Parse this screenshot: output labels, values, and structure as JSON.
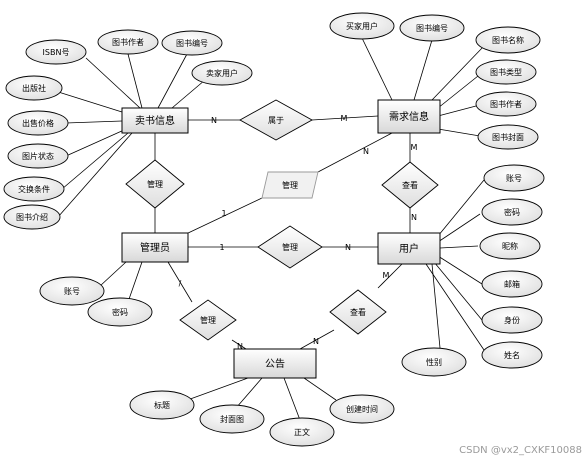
{
  "entities": {
    "seller_info": "卖书信息",
    "demand_info": "需求信息",
    "admin": "管理员",
    "user": "用户",
    "notice": "公告"
  },
  "relations": {
    "belongs_to": "属于",
    "manage_seller": "管理",
    "manage_demand": "管理",
    "manage_user": "管理",
    "view_demand": "查看",
    "manage_notice": "管理",
    "view_notice": "查看"
  },
  "attributes": {
    "seller_info": [
      "ISBN号",
      "图书作者",
      "图书编号",
      "卖家用户",
      "出版社",
      "出售价格",
      "图片状态",
      "交换条件",
      "图书介绍"
    ],
    "demand_info": [
      "买家用户",
      "图书编号",
      "图书名称",
      "图书类型",
      "图书作者",
      "图书封面"
    ],
    "admin": [
      "账号",
      "密码"
    ],
    "user": [
      "账号",
      "密码",
      "昵称",
      "邮箱",
      "身份",
      "姓名",
      "性别"
    ],
    "notice": [
      "标题",
      "封面图",
      "正文",
      "创建时间"
    ]
  },
  "cardinalities": {
    "seller_belongs": "N",
    "demand_belongs": "M",
    "admin_demand_admin": "1",
    "admin_demand_demand": "N",
    "demand_view": "M",
    "user_view": "N",
    "admin_user_admin": "1",
    "admin_user_user": "N",
    "admin_notice_admin": "/",
    "admin_notice_notice": "N",
    "user_notice_user": "M",
    "user_notice_notice": "N"
  },
  "watermark": "CSDN @vx2_CXKF10088"
}
